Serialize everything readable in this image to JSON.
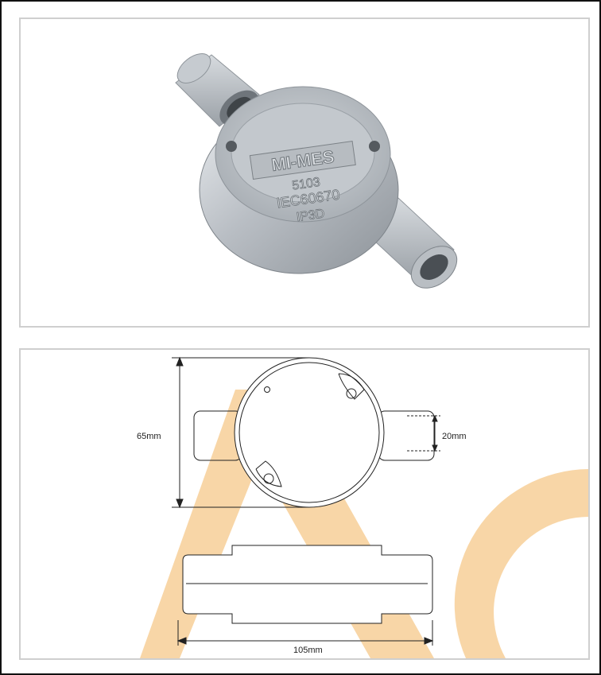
{
  "product_photo": {
    "description_icon": "galvanised-through-box-icon",
    "embossed_brand": "MI-MES",
    "embossed_line_1": "5103",
    "embossed_line_2": "IEC60670",
    "embossed_line_3": "IP3D"
  },
  "drawing": {
    "height_dimension": "65mm",
    "spout_dimension": "20mm",
    "width_dimension": "105mm",
    "watermark_color": "#f7c98a"
  }
}
